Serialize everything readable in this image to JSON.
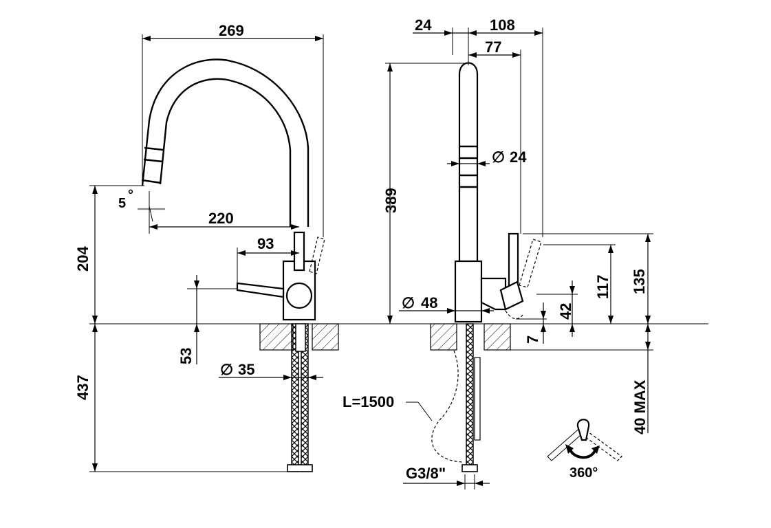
{
  "diagram": {
    "front_view": {
      "overall_width": "269",
      "spout_reach": "220",
      "lever_offset": "93",
      "spout_height": "204",
      "below_counter": "437",
      "lever_height": "53",
      "base_diameter": "35",
      "tilt_angle": "5",
      "degree_symbol": "°"
    },
    "side_view": {
      "spout_offset": "24",
      "total_depth": "108",
      "handle_depth": "77",
      "spout_diameter": "24",
      "diameter_symbol": "∅",
      "body_diameter": "48",
      "total_height": "389",
      "dim_135": "135",
      "dim_117": "117",
      "dim_42": "42",
      "dim_7": "7",
      "counter_thickness": "40 MAX",
      "hose_length": "L=1500",
      "thread": "G3/8\"",
      "rotation": "360°"
    }
  }
}
